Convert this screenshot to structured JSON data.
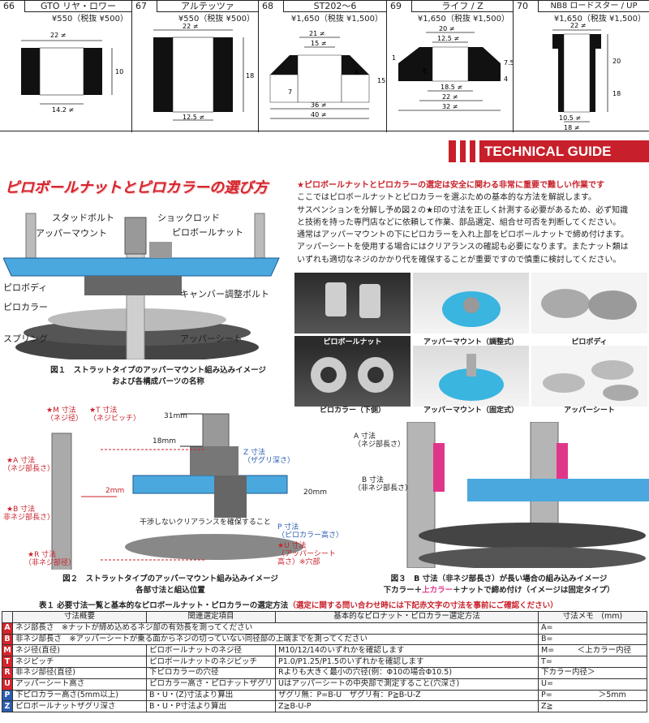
{
  "products": [
    {
      "no": "66",
      "name": "GTO リヤ・ロワー",
      "price": "¥550（税抜 ¥500）",
      "dims": [
        "22 ≠",
        "10",
        "14.2 ≠"
      ]
    },
    {
      "no": "67",
      "name": "アルテッツァ",
      "price": "¥550（税抜 ¥500）",
      "dims": [
        "22 ≠",
        "18",
        "12.5 ≠"
      ]
    },
    {
      "no": "68",
      "name": "ST202～6",
      "price": "¥1,650（税抜 ¥1,500）",
      "dims": [
        "21 ≠",
        "15 ≠",
        "8",
        "15",
        "7",
        "36 ≠",
        "40 ≠"
      ]
    },
    {
      "no": "69",
      "name": "ライフ / Z",
      "price": "¥1,650（税抜 ¥1,500）",
      "dims": [
        "20 ≠",
        "12.5 ≠",
        "1",
        "8",
        "7.5",
        "4",
        "18.5 ≠",
        "22 ≠",
        "32 ≠"
      ]
    },
    {
      "no": "70",
      "name": "NB8 ロードスター / UP",
      "price": "¥1,650（税抜 ¥1,500）",
      "dims": [
        "22 ≠",
        "20",
        "18",
        "10.5 ≠",
        "18 ≠"
      ]
    }
  ],
  "banner": "TECHNICAL GUIDE",
  "title": "ピロボールナットとピロカラーの選び方",
  "intro": {
    "lead": "★ピロボールナットとピロカラーの選定は安全に関わる非常に重要で難しい作業です",
    "lines": [
      "ここではピロボールナットとピロカラーを選ぶための基本的な方法を解説します。",
      "サスペンションを分解し予め図２の★印の寸法を正しく計測する必要があるため、必ず知識",
      "と技術を持った専門店などに依頼して作業、部品選定、組合せ可否を判断してください。",
      "通常はアッパーマウントの下にピロカラーを入れ上部をピロボールナットで締め付けます。",
      "アッパーシートを使用する場合にはクリアランスの確認も必要になります。またナット類は",
      "いずれも適切なネジのかかり代を確保することが重要ですので慎重に検討してください。"
    ]
  },
  "fig1": {
    "labels": [
      "スタッドボルト",
      "ショックロッド",
      "アッパーマウント",
      "ピロボールナット",
      "ピロボディ",
      "キャンバー調整ボルト",
      "ピロカラー",
      "スプリング",
      "アッパーシート"
    ],
    "caption1": "図１　ストラットタイプのアッパーマウント組み込みイメージ",
    "caption2": "および各構成パーツの名称"
  },
  "photos": [
    "ピロボールナット",
    "アッパーマウント（調整式）",
    "ピロボディ",
    "ピロカラー（下側）",
    "アッパーマウント（固定式）",
    "アッパーシート"
  ],
  "fig2": {
    "labels": [
      "★M 寸法",
      "（ネジ径）",
      "★T 寸法",
      "（ネジピッチ）",
      "31mm",
      "18mm",
      "Z 寸法",
      "（ザグリ深さ）",
      "★A 寸法",
      "（ネジ部長さ）",
      "2mm",
      "20mm",
      "★B 寸法",
      "非ネジ部長さ）",
      "干渉しないクリアランスを確保すること",
      "P 寸法",
      "（ピロカラー高さ）",
      "★U 寸法",
      "（アッパーシート",
      "高さ）※穴部",
      "★R 寸法",
      "（非ネジ部径）"
    ],
    "caption1": "図２　ストラットタイプのアッパーマウント組み込みイメージ",
    "caption2": "各部寸法と組込位置"
  },
  "fig3": {
    "labels": [
      "A 寸法",
      "（ネジ部長さ）",
      "B 寸法",
      "（非ネジ部長さ）"
    ],
    "caption1": "図３　B 寸法（非ネジ部長さ）が長い場合の組み込みイメージ",
    "caption2a": "下カラー＋",
    "caption2b": "上カラー",
    "caption2c": "＋ナットで締め付け（イメージは固定タイプ）"
  },
  "table": {
    "title": "表１ 必要寸法一覧と基本的なピロボールナット・ピロカラーの選定方法",
    "title_red": "（選定に関する問い合わせ時には下記赤文字の寸法を事前にご確認ください）",
    "headers": [
      "寸法概要",
      "関連選定項目",
      "基本的なピロナット・ピロカラー選定方法",
      "寸法メモ　(mm)"
    ],
    "rows": [
      {
        "letter": "A",
        "color": "#d6242c",
        "c1": "ネジ部長さ　※ナットが締め込めるネジ部の有効長を測ってください",
        "c2": "",
        "c3": "",
        "c4": "A="
      },
      {
        "letter": "B",
        "color": "#d6242c",
        "c1": "非ネジ部長さ　※アッパーシートが乗る面からネジの切っていない同径部の上端までを測ってください",
        "c2": "",
        "c3": "",
        "c4": "B="
      },
      {
        "letter": "M",
        "color": "#d6242c",
        "c1": "ネジ径(直径)",
        "c2": "ピロボールナットのネジ径",
        "c3": "M10/12/14のいずれかを確認します",
        "c4": "M=　　　＜上カラー内径"
      },
      {
        "letter": "T",
        "color": "#d6242c",
        "c1": "ネジピッチ",
        "c2": "ピロボールナットのネジピッチ",
        "c3": "P1.0/P1.25/P1.5のいずれかを確認します",
        "c4": "T="
      },
      {
        "letter": "R",
        "color": "#d6242c",
        "c1": "非ネジ部径(直径)",
        "c2": "下ピロカラーの穴径",
        "c3": "Rよりも大きく最小の穴径(例：Φ10の場合Φ10.5)",
        "c4": "下カラー内径＞"
      },
      {
        "letter": "U",
        "color": "#d6242c",
        "c1": "アッパーシート高さ",
        "c2": "ピロカラー高さ・ピロナットザグリ",
        "c3": "Uはアッパーシートの中央部で測定すること(穴深さ)",
        "c4": "U="
      },
      {
        "letter": "P",
        "color": "#2a5db0",
        "c1": "下ピロカラー高さ(5mm以上)",
        "c2": "B・U・(Z)寸法より算出",
        "c3": "ザグリ無：P=B-U　ザグリ有：P≧B-U-Z",
        "c4": "P=　　　　　　＞5mm"
      },
      {
        "letter": "Z",
        "color": "#2a5db0",
        "c1": "ピロボールナットザグリ深さ",
        "c2": "B・U・P寸法より算出",
        "c3": "Z≧B-U-P",
        "c4": "Z≧"
      }
    ]
  }
}
